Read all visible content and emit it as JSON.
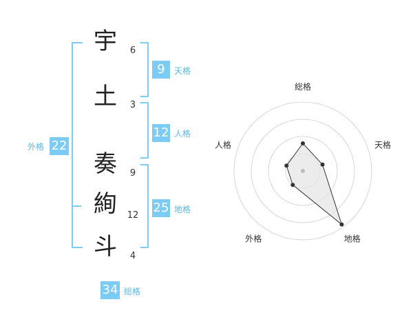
{
  "characters": [
    {
      "char": "宇",
      "strokes": "6"
    },
    {
      "char": "土",
      "strokes": "3"
    },
    {
      "char": "奏",
      "strokes": "9"
    },
    {
      "char": "絢",
      "strokes": "12"
    },
    {
      "char": "斗",
      "strokes": "4"
    }
  ],
  "grids": {
    "tenkaku": {
      "value": "9",
      "label": "天格"
    },
    "jinkaku": {
      "value": "12",
      "label": "人格"
    },
    "chikaku": {
      "value": "25",
      "label": "地格"
    },
    "gaikaku": {
      "value": "22",
      "label": "外格"
    },
    "soukaku": {
      "value": "34",
      "label": "総格"
    }
  },
  "chart_data": {
    "type": "radar",
    "axes": [
      "総格",
      "天格",
      "地格",
      "外格",
      "人格"
    ],
    "values": [
      0.4,
      0.3,
      0.96,
      0.25,
      0.25
    ],
    "rings": 4,
    "colors": {
      "line": "#333333",
      "fill": "#e6e6e6",
      "grid": "#cccccc",
      "point": "#333333",
      "center": "#bbbbbb"
    }
  }
}
